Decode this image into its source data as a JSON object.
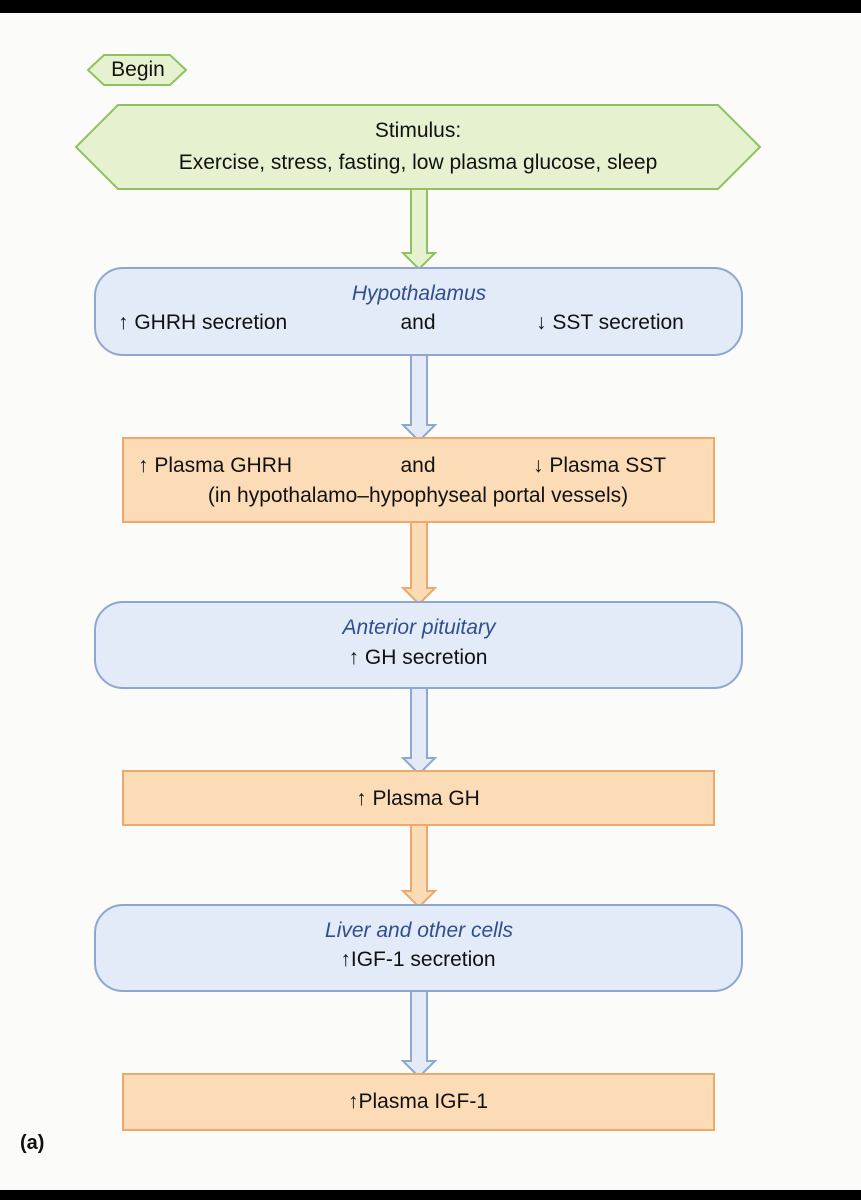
{
  "begin": {
    "label": "Begin"
  },
  "stimulus": {
    "title": "Stimulus:",
    "text": "Exercise, stress, fasting, low plasma glucose, sleep"
  },
  "hypothalamus": {
    "title": "Hypothalamus",
    "left": "↑ GHRH secretion",
    "middle": "and",
    "right": "↓ SST secretion"
  },
  "portal_plasma": {
    "left": "↑ Plasma GHRH",
    "middle": "and",
    "right": "↓ Plasma SST",
    "note": "(in hypothalamo–hypophyseal portal vessels)"
  },
  "anterior_pituitary": {
    "title": "Anterior pituitary",
    "text": "↑ GH secretion"
  },
  "plasma_gh": {
    "text": "↑ Plasma GH"
  },
  "liver": {
    "title": "Liver and other cells",
    "text": "↑IGF-1 secretion"
  },
  "plasma_igf": {
    "text": "↑Plasma IGF-1"
  },
  "figure_label": "(a)",
  "colors": {
    "green_fill": "#e6f2cf",
    "green_stroke": "#8fc25e",
    "blue_fill": "#e3eaf8",
    "blue_stroke": "#8ea7cf",
    "orange_fill": "#fbdcb7",
    "orange_stroke": "#eda86a",
    "title_blue": "#2f4f8f"
  }
}
